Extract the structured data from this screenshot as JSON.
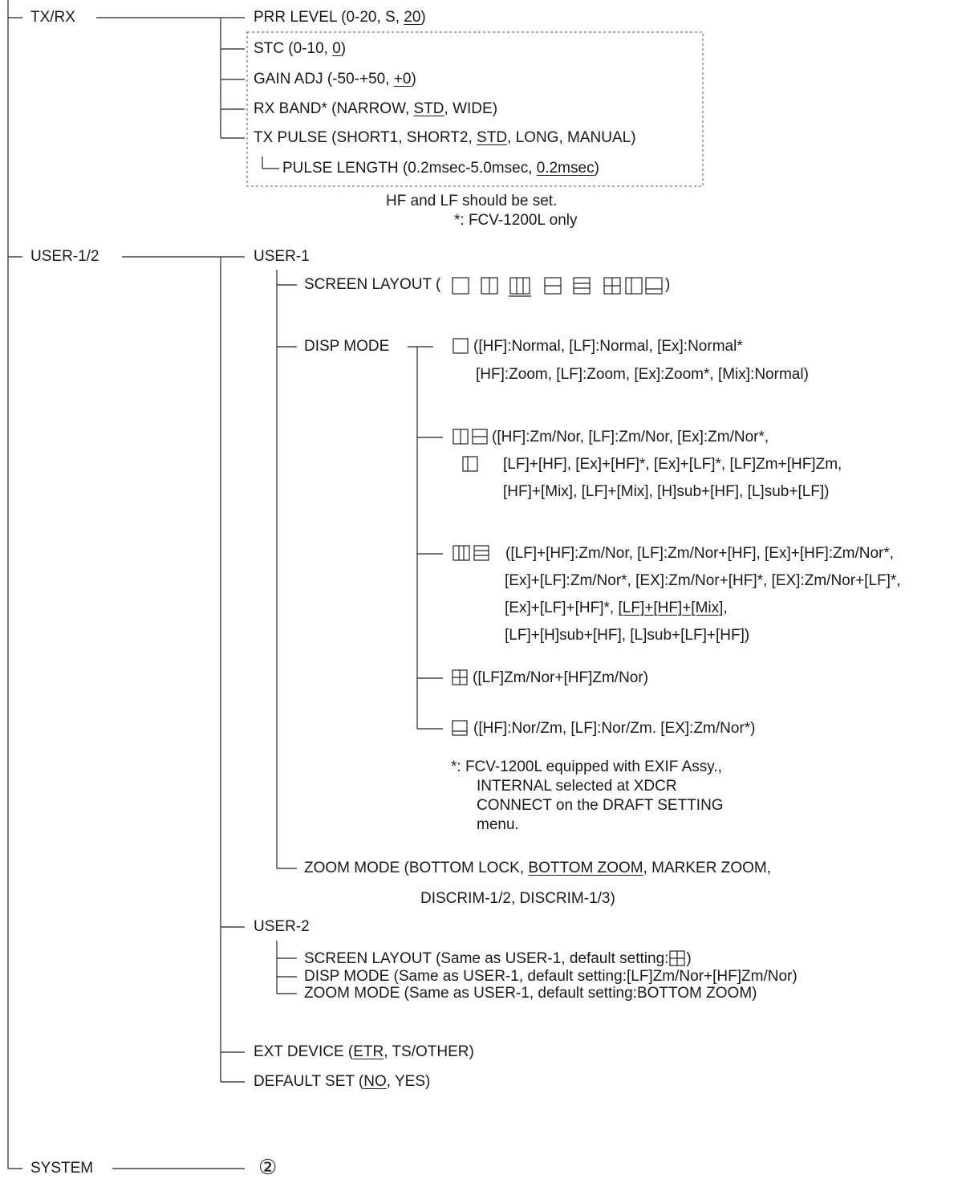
{
  "tree": {
    "txrx": {
      "label": "TX/RX",
      "prr": {
        "pre": "PRR LEVEL (0-20, S, ",
        "u": "20",
        "post": ")"
      },
      "stc": {
        "pre": "STC (0-10, ",
        "u": "0",
        "post": ")"
      },
      "gain": {
        "pre": "GAIN ADJ (-50-+50, ",
        "u": "+0",
        "post": ")"
      },
      "rxband": {
        "pre": "RX BAND* (NARROW, ",
        "u": "STD",
        "post": ", WIDE)"
      },
      "txpulse": {
        "pre": "TX PULSE (SHORT1, SHORT2, ",
        "u": "STD",
        "post": ", LONG, MANUAL)"
      },
      "pulselen": {
        "pre": "PULSE LENGTH (0.2msec-5.0msec, ",
        "u": "0.2msec",
        "post": ")"
      },
      "note1": "HF and LF should be set.",
      "note2": "*: FCV-1200L only"
    },
    "user": {
      "label": "USER-1/2",
      "user1": {
        "label": "USER-1",
        "screen_layout": {
          "pre": "SCREEN LAYOUT (",
          "post": ")"
        },
        "disp_mode": {
          "label": "DISP MODE",
          "g1": [
            "([HF]:Normal, [LF]:Normal, [Ex]:Normal*",
            "[HF]:Zoom, [LF]:Zoom, [Ex]:Zoom*, [Mix]:Normal)"
          ],
          "g2": [
            "([HF]:Zm/Nor, [LF]:Zm/Nor, [Ex]:Zm/Nor*,",
            "[LF]+[HF], [Ex]+[HF]*, [Ex]+[LF]*, [LF]Zm+[HF]Zm,",
            "[HF]+[Mix], [LF]+[Mix], [H]sub+[HF], [L]sub+[LF])"
          ],
          "g3": {
            "l1": "([LF]+[HF]:Zm/Nor, [LF]:Zm/Nor+[HF], [Ex]+[HF]:Zm/Nor*,",
            "l2": "[Ex]+[LF]:Zm/Nor*, [EX]:Zm/Nor+[HF]*, [EX]:Zm/Nor+[LF]*,",
            "l3_pre": "[Ex]+[LF]+[HF]*, ",
            "l3_u": "[LF]+[HF]+[Mix]",
            "l3_post": ",",
            "l4": "[LF]+[H]sub+[HF], [L]sub+[LF]+[HF])"
          },
          "g4": "([LF]Zm/Nor+[HF]Zm/Nor)",
          "g5": "([HF]:Nor/Zm, [LF]:Nor/Zm. [EX]:Zm/Nor*)",
          "footnote": [
            "*: FCV-1200L equipped with EXIF Assy.,",
            "INTERNAL selected at XDCR",
            "CONNECT on the DRAFT SETTING",
            "menu."
          ]
        },
        "zoom_mode": {
          "pre": "ZOOM MODE (BOTTOM LOCK, ",
          "u": "BOTTOM ZOOM",
          "post": ", MARKER ZOOM,",
          "line2": "DISCRIM-1/2, DISCRIM-1/3)"
        }
      },
      "user2": {
        "label": "USER-2",
        "screen_layout": {
          "pre": "SCREEN LAYOUT (Same as USER-1, default setting:",
          "post": ")"
        },
        "disp_mode": "DISP MODE (Same as USER-1, default setting:[LF]Zm/Nor+[HF]Zm/Nor)",
        "zoom_mode": "ZOOM MODE (Same as USER-1, default setting:BOTTOM ZOOM)"
      },
      "ext_device": {
        "pre": "EXT DEVICE (",
        "u": "ETR",
        "post": ", TS/OTHER)"
      },
      "default_set": {
        "pre": "DEFAULT SET (",
        "u": "NO",
        "post": ", YES)"
      }
    },
    "system": {
      "label": "SYSTEM",
      "ref": "②"
    }
  }
}
